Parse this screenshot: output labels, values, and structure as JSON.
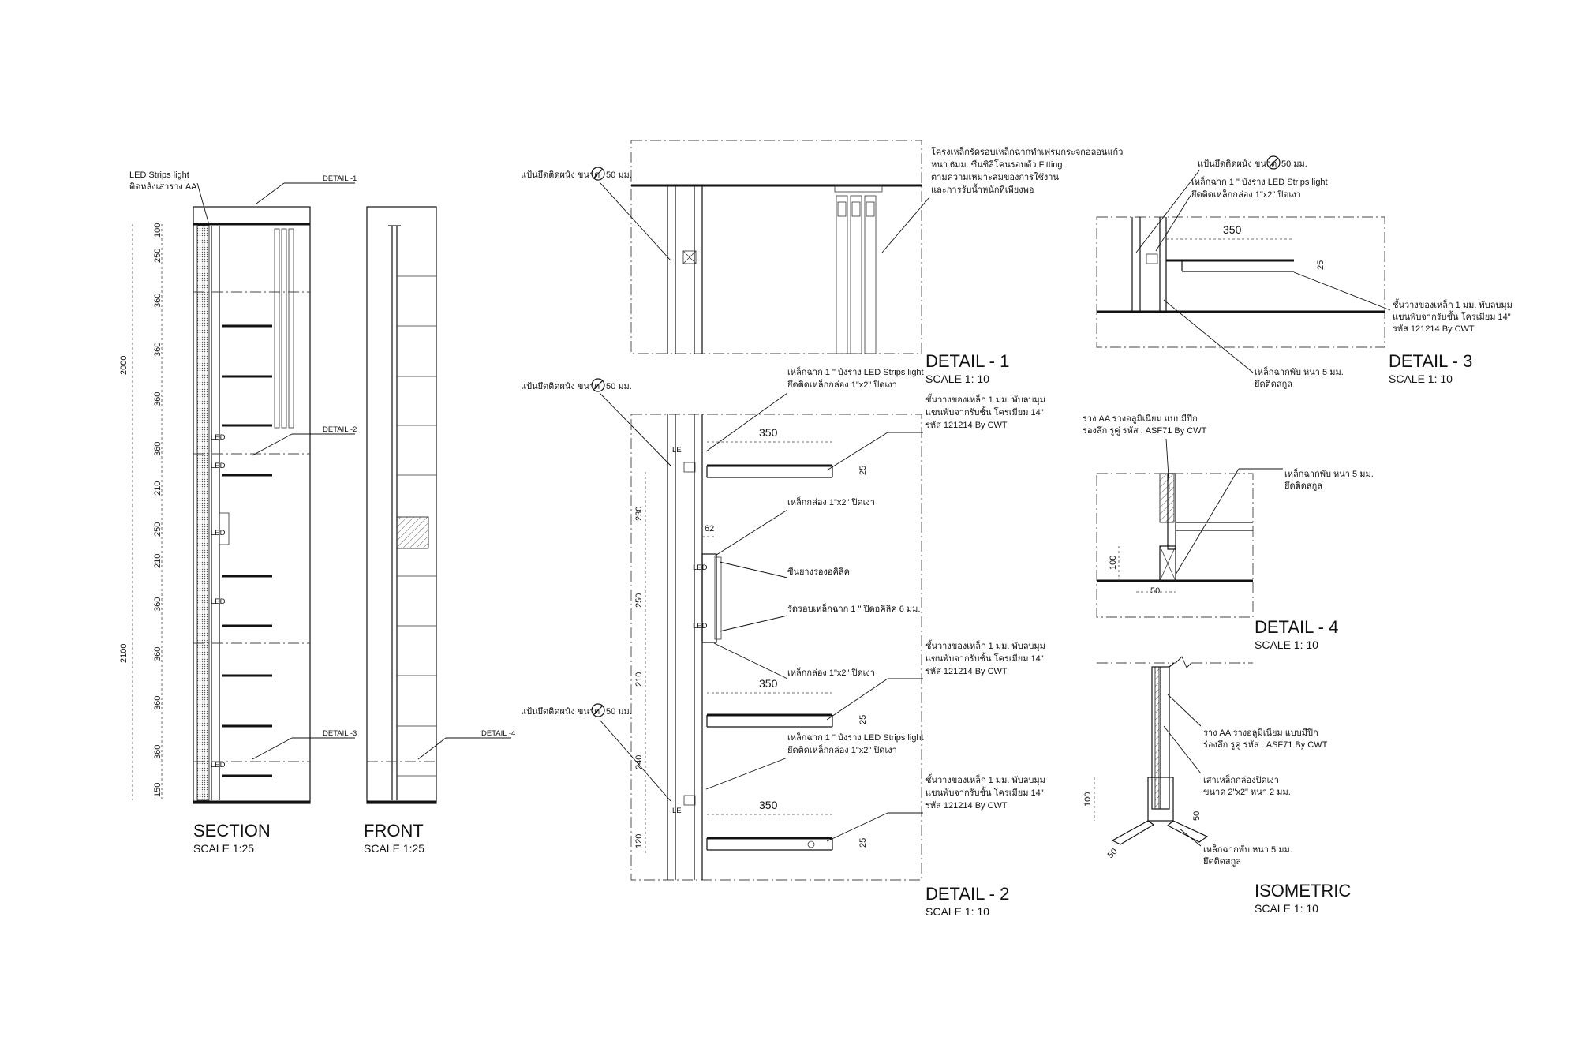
{
  "views": {
    "section": {
      "title": "SECTION",
      "scale": "SCALE  1:25"
    },
    "front": {
      "title": "FRONT",
      "scale": "SCALE  1:25"
    },
    "detail1": {
      "title": "DETAIL - 1",
      "scale": "SCALE    1: 10"
    },
    "detail2": {
      "title": "DETAIL - 2",
      "scale": "SCALE    1: 10"
    },
    "detail3": {
      "title": "DETAIL - 3",
      "scale": "SCALE    1: 10"
    },
    "detail4": {
      "title": "DETAIL - 4",
      "scale": "SCALE    1: 10"
    },
    "isometric": {
      "title": "ISOMETRIC",
      "scale": "SCALE    1: 10"
    }
  },
  "section": {
    "led_title": "LED  Strips light",
    "led_sub": "ติดหลังเสาราง AA",
    "callouts": [
      "DETAIL -1",
      "DETAIL -2",
      "DETAIL -3",
      "DETAIL -4"
    ],
    "led_tags": [
      "LED",
      "LED",
      "LED",
      "LED",
      "LED"
    ],
    "dims_right": [
      "100",
      "250",
      "360",
      "360",
      "360",
      "360",
      "210",
      "250",
      "210",
      "360",
      "360",
      "360",
      "360",
      "150"
    ],
    "dims_total": [
      "2000",
      "2100"
    ]
  },
  "detail1": {
    "note_plate": "แป้นยึดติดผนัง ขนาด",
    "plate_size": "50 มม.",
    "note_frame": [
      "โครงเหล็กรัดรอบเหล็กฉากทำเฟรมกระจกอลอนแก้ว",
      "หนา 6มม. ซีนซิลิโคนรอบตัว Fitting",
      "ตามความเหมาะสมของการใช้งาน",
      "และการรับน้ำหนักที่เพียงพอ"
    ]
  },
  "detail2": {
    "note_plate": "แป้นยึดติดผนัง ขนาด",
    "plate_size": "50 มม.",
    "note_led": [
      "เหล็กฉาก 1 \" บังราง LED Strips light",
      "ยึดติดเหล็กกล่อง 1\"x2\" ปิดเงา"
    ],
    "note_shelf": [
      "ชั้นวางของเหล็ก 1 มม. พับลบมุม",
      "แขนพับจากรับชั้น โครเมียม 14\"",
      "รหัส 121214 By CWT"
    ],
    "note_box": "เหล็กกล่อง 1\"x2\" ปิดเงา",
    "note_rubber": "ซีนยางรองอคิลิค",
    "note_acrylic": "รัดรอบเหล็กฉาก 1 \" ปิดอคิลิค 6 มม.",
    "dims": [
      "350",
      "25",
      "62",
      "350",
      "25",
      "350",
      "25"
    ],
    "dims_left": [
      "230",
      "250",
      "210",
      "240",
      "120"
    ],
    "led_tags": [
      "LE",
      "LED",
      "LED",
      "LE"
    ]
  },
  "detail3": {
    "note_plate": "แป้นยึดติดผนัง ขนาด",
    "plate_size": "50 มม.",
    "note_led": [
      "เหล็กฉาก 1 \" บังราง LED Strips light",
      "ยึดติดเหล็กกล่อง 1\"x2\" ปิดเงา"
    ],
    "note_shelf": [
      "ชั้นวางของเหล็ก 1 มม. พับลบมุม",
      "แขนพับจากรับชั้น โครเมียม 14\"",
      "รหัส 121214 By CWT"
    ],
    "note_bent": [
      "เหล็กฉากพับ หนา 5 มม.",
      "ยึดติดสกูล"
    ],
    "dims": [
      "350",
      "25"
    ]
  },
  "detail4": {
    "note_rail": [
      "ราง AA รางอลูมิเนียม แบบมีปีก",
      "ร่องลึก รูคู่ รหัส : ASF71 By CWT"
    ],
    "note_bent": [
      "เหล็กฉากพับ หนา 5 มม.",
      "ยึดติดสกูล"
    ],
    "dims": [
      "100",
      "50"
    ]
  },
  "isometric": {
    "note_rail": [
      "ราง AA รางอลูมิเนียม แบบมีปีก",
      "ร่องลึก รูคู่ รหัส : ASF71 By CWT"
    ],
    "note_post": [
      "เสาเหล็กกล่องปิดเงา",
      "ขนาด 2\"x2\" หนา 2 มม."
    ],
    "note_bent": [
      "เหล็กฉากพับ หนา 5 มม.",
      "ยึดติดสกูล"
    ],
    "dims": [
      "100",
      "50",
      "50"
    ]
  }
}
